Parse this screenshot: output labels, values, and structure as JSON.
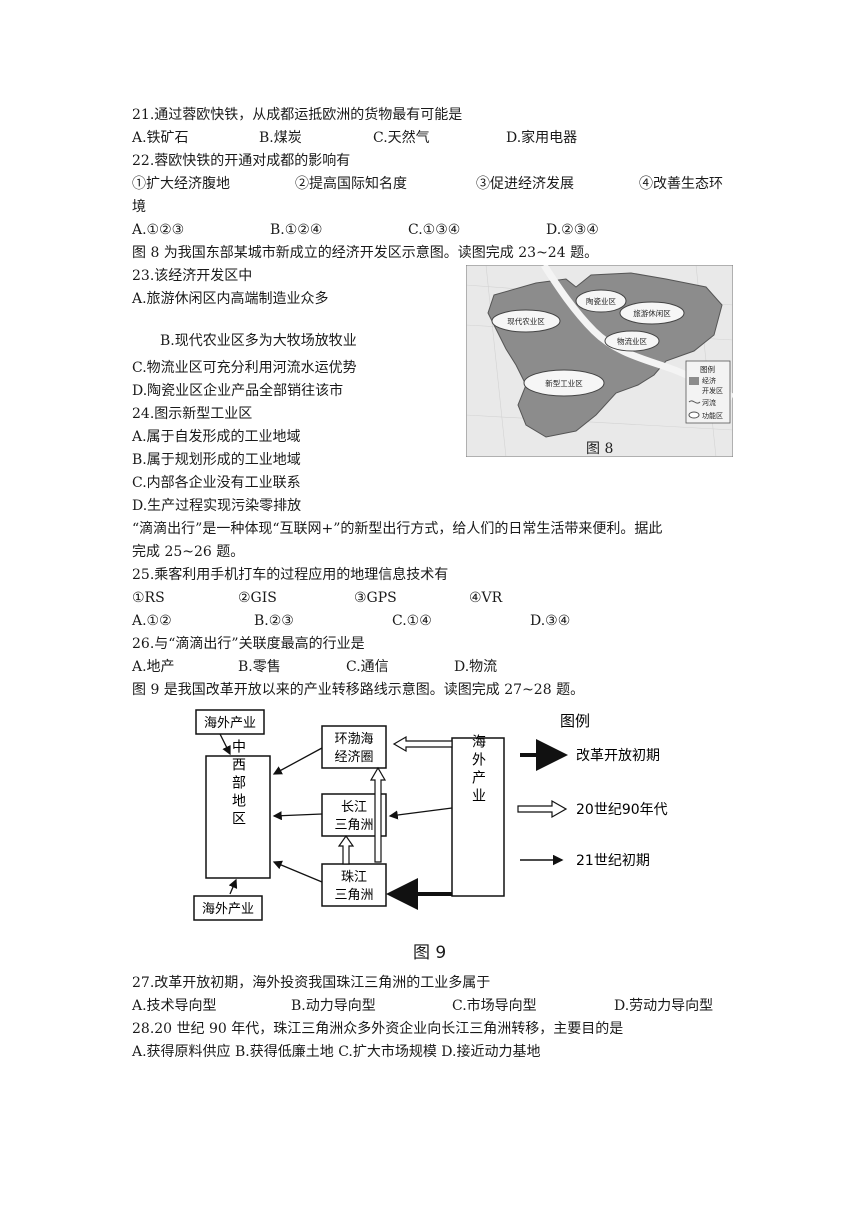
{
  "q21": {
    "stem": "21.通过蓉欧快铁，从成都运抵欧洲的货物最有可能是",
    "options": [
      "A.铁矿石",
      "B.煤炭",
      "C.天然气",
      "D.家用电器"
    ]
  },
  "q22": {
    "stem": "22.蓉欧快铁的开通对成都的影响有",
    "items": [
      "①扩大经济腹地",
      "②提高国际知名度",
      "③促进经济发展",
      "④改善生态环"
    ],
    "items_tail": "境",
    "options": [
      "A.①②③",
      "B.①②④",
      "C.①③④",
      "D.②③④"
    ]
  },
  "intro_23_24": "图 8 为我国东部某城市新成立的经济开发区示意图。读图完成 23~24 题。",
  "q23": {
    "stem": "23.该经济开发区中",
    "options": [
      "A.旅游休闲区内高端制造业众多",
      "B.现代农业区多为大牧场放牧业",
      "C.物流业区可充分利用河流水运优势",
      "D.陶瓷业区企业产品全部销往该市"
    ]
  },
  "q24": {
    "stem": "24.图示新型工业区",
    "options": [
      "A.属于自发形成的工业地域",
      "B.属于规划形成的工业地域",
      "C.内部各企业没有工业联系",
      "D.生产过程实现污染零排放"
    ]
  },
  "fig8": {
    "caption": "图 8",
    "zones": [
      "陶瓷业区",
      "现代农业区",
      "旅游休闲区",
      "物流业区",
      "新型工业区"
    ],
    "legend_title": "图例",
    "legend_items": [
      "经济",
      "开发区",
      "河流",
      "功能区"
    ]
  },
  "intro_25_26": [
    "“滴滴出行”是一种体现“互联网+”的新型出行方式，给人们的日常生活带来便利。据此",
    "完成 25~26 题。"
  ],
  "q25": {
    "stem": "25.乘客利用手机打车的过程应用的地理信息技术有",
    "items": [
      "①RS",
      "②GIS",
      "③GPS",
      "④VR"
    ],
    "options": [
      "A.①②",
      "B.②③",
      "C.①④",
      "D.③④"
    ]
  },
  "q26": {
    "stem": "26.与“滴滴出行”关联度最高的行业是",
    "options": [
      "A.地产",
      "B.零售",
      "C.通信",
      "D.物流"
    ]
  },
  "intro_27_28": "图 9 是我国改革开放以来的产业转移路线示意图。读图完成 27~28 题。",
  "fig9": {
    "caption": "图 9",
    "overseas_top": "海外产业",
    "overseas_bottom": "海外产业",
    "central_west": "中西部地区",
    "bohai": [
      "环渤海",
      "经济圈"
    ],
    "yangtze": [
      "长江",
      "三角洲"
    ],
    "pearl": [
      "珠江",
      "三角洲"
    ],
    "overseas_right": "海外产业",
    "legend_title": "图例",
    "legend": [
      "改革开放初期",
      "20世纪90年代",
      "21世纪初期"
    ]
  },
  "q27": {
    "stem": "27.改革开放初期，海外投资我国珠江三角洲的工业多属于",
    "options": [
      "A.技术导向型",
      "B.动力导向型",
      "C.市场导向型",
      "D.劳动力导向型"
    ]
  },
  "q28": {
    "stem": "28.20 世纪 90 年代，珠江三角洲众多外资企业向长江三角洲转移，主要目的是",
    "options_line": "A.获得原料供应 B.获得低廉土地 C.扩大市场规模 D.接近动力基地"
  }
}
